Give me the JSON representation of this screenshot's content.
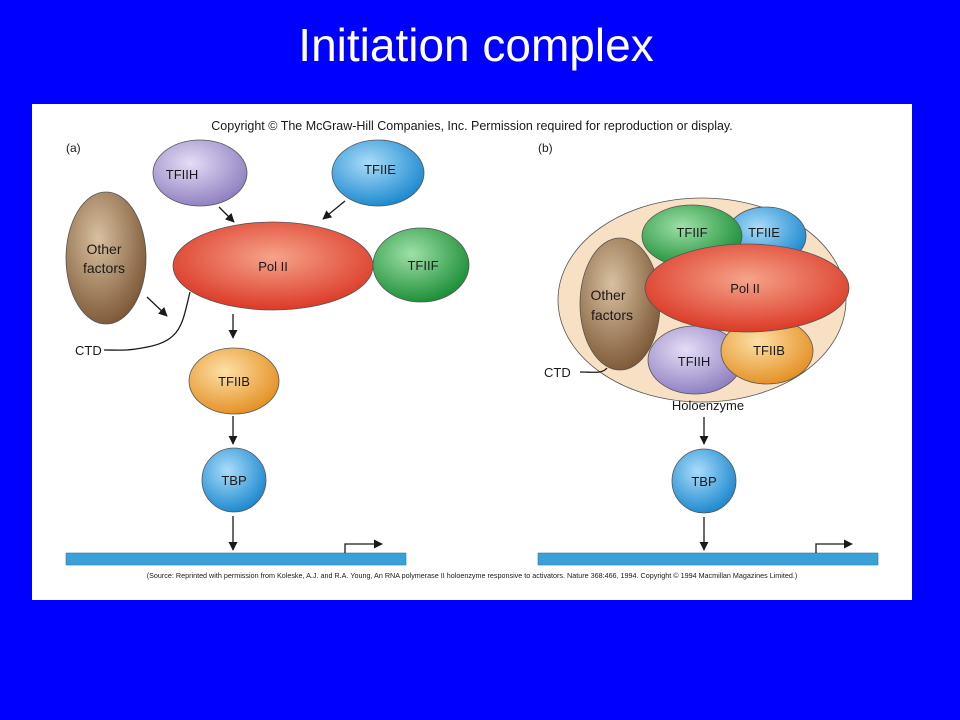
{
  "slide": {
    "title": "Initiation complex"
  },
  "figure": {
    "copyright": "Copyright © The McGraw-Hill Companies, Inc. Permission required for reproduction or display.",
    "source": "(Source: Reprinted with permission from Koleske, A.J. and R.A. Young, An RNA polymerase II holoenzyme responsive to activators. Nature 368:466, 1994. Copyright © 1994 Macmillan Magazines Limited.)",
    "panel_a": {
      "label": "(a)",
      "tfiih": "TFIIH",
      "tfiie": "TFIIE",
      "other_line1": "Other",
      "other_line2": "factors",
      "pol2": "Pol II",
      "tfiif": "TFIIF",
      "ctd": "CTD",
      "tfiib": "TFIIB",
      "tbp": "TBP"
    },
    "panel_b": {
      "label": "(b)",
      "tfiif": "TFIIF",
      "tfiie": "TFIIE",
      "other_line1": "Other",
      "other_line2": "factors",
      "pol2": "Pol II",
      "tfiih": "TFIIH",
      "tfiib": "TFIIB",
      "ctd": "CTD",
      "holoenzyme": "Holoenzyme",
      "tbp": "TBP"
    },
    "colors": {
      "tfiih": "#a79bd1",
      "tfiie": "#3ba6e6",
      "other": "#8a6a4a",
      "pol2": "#e0452f",
      "tfiif": "#27a843",
      "tfiib": "#f2a23a",
      "tbp": "#1d9be0",
      "dna": "#3b9fd8",
      "holo_bg": "#f7e0c4"
    }
  }
}
